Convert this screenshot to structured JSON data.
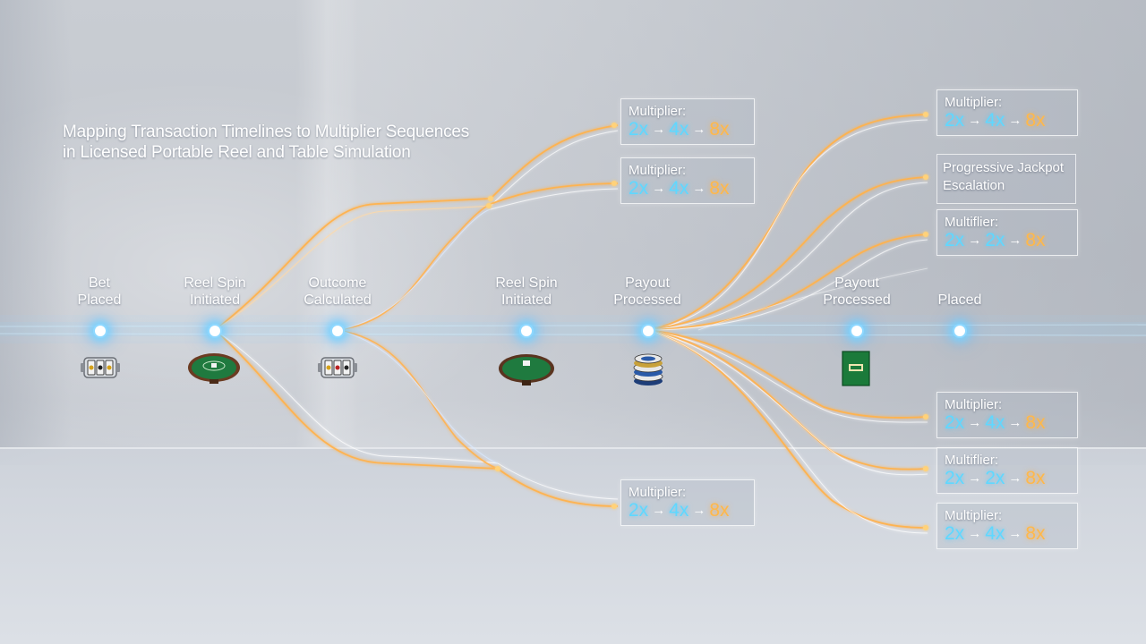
{
  "title": {
    "line1": "Mapping Transaction Timelines to Multiplier Sequences",
    "line2": "in Licensed Portable Reel and Table Simulation"
  },
  "stages": [
    {
      "line1": "Bet",
      "line2": "Placed",
      "icon": "slot-reel-icon"
    },
    {
      "line1": "Reel Spin",
      "line2": "Initiated",
      "icon": "poker-table-icon"
    },
    {
      "line1": "Outcome",
      "line2": "Calculated",
      "icon": "slot-reel-icon"
    },
    {
      "line1": "Reel Spin",
      "line2": "Initiated",
      "icon": "poker-table-icon"
    },
    {
      "line1": "Payout",
      "line2": "Processed",
      "icon": "chip-stack-icon"
    },
    {
      "line1": "Payout",
      "line2": "Processed",
      "icon": "green-card-icon"
    },
    {
      "line1": "",
      "line2": "Placed",
      "icon": ""
    }
  ],
  "multiplier_boxes": [
    {
      "label": "Multiplier:",
      "v1": "2x",
      "v2": "4x",
      "v3": "8x"
    },
    {
      "label": "Multiplier:",
      "v1": "2x",
      "v2": "4x",
      "v3": "8x"
    },
    {
      "label": "Multiplier:",
      "v1": "2x",
      "v2": "4x",
      "v3": "8x"
    },
    {
      "label": "Multiplier:",
      "v1": "2x",
      "v2": "4x",
      "v3": "8x"
    },
    {
      "label": "Multiflier:",
      "v1": "2x",
      "v2": "2x",
      "v3": "8x"
    },
    {
      "label": "Multiplier:",
      "v1": "2x",
      "v2": "4x",
      "v3": "8x"
    },
    {
      "label": "Multiflier:",
      "v1": "2x",
      "v2": "2x",
      "v3": "8x"
    },
    {
      "label": "Multiplier:",
      "v1": "2x",
      "v2": "4x",
      "v3": "8x"
    }
  ],
  "jackpot_box": {
    "line1": "Progressive Jackpot",
    "line2": "Escalation"
  },
  "arrow_glyph": "→",
  "colors": {
    "timeline": "#7fd3ff",
    "branch_orange": "#ffb24d",
    "multiplier_blue": "#5fd8ff",
    "multiplier_orange": "#ffb84a"
  }
}
